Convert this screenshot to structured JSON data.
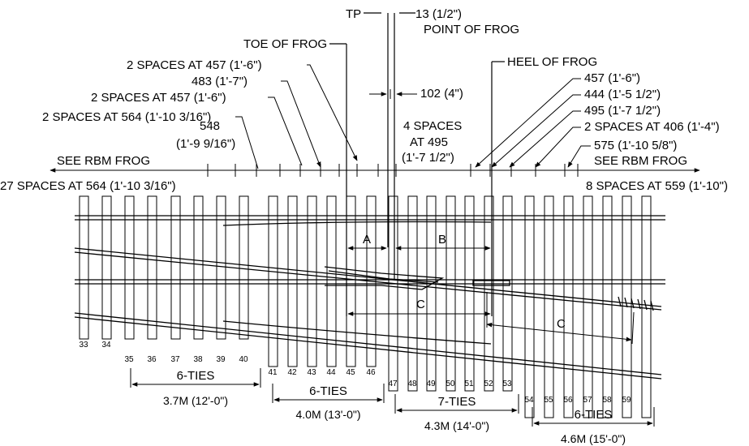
{
  "labels": {
    "tp": "TP",
    "point_of_frog_dim": "13 (1/2\")",
    "point_of_frog": "POINT OF FROG",
    "toe_of_frog": "TOE OF FROG",
    "heel_of_frog": "HEEL OF FROG",
    "see_rbm_frog_left": "SEE RBM FROG",
    "see_rbm_frog_right": "SEE RBM FROG",
    "left_spacing": "27 SPACES AT 564 (1'-10 3/16\")",
    "right_spacing": "8 SPACES AT 559 (1'-10\")"
  },
  "left_callouts": [
    "2 SPACES AT 457 (1'-6\")",
    "483 (1'-7\")",
    "2 SPACES AT 457 (1'-6\")",
    "2 SPACES AT 564 (1'-10 3/16\")",
    "548",
    "(1'-9 9/16\")"
  ],
  "center_callouts": {
    "gap": "102 (4\")",
    "spaces_line1": "4 SPACES",
    "spaces_line2": "AT 495",
    "spaces_line3": "(1'-7 1/2\")"
  },
  "right_callouts": [
    "457 (1'-6\")",
    "444 (1'-5 1/2\")",
    "495 (1'-7 1/2\")",
    "2 SPACES AT 406 (1'-4\")",
    "575 (1'-10 5/8\")"
  ],
  "dimension_letters": {
    "a": "A",
    "b": "B",
    "c_left": "C",
    "c_right": "C"
  },
  "tie_numbers": [
    "33",
    "34",
    "35",
    "36",
    "37",
    "38",
    "39",
    "40",
    "41",
    "42",
    "43",
    "44",
    "45",
    "46",
    "47",
    "48",
    "49",
    "50",
    "51",
    "52",
    "53",
    "54",
    "55",
    "56",
    "57",
    "58",
    "59"
  ],
  "tie_groups": [
    {
      "ties": "6-TIES",
      "length": "3.7M (12'-0\")"
    },
    {
      "ties": "6-TIES",
      "length": "4.0M (13'-0\")"
    },
    {
      "ties": "7-TIES",
      "length": "4.3M (14'-0\")"
    },
    {
      "ties": "6-TIES",
      "length": "4.6M (15'-0\")"
    }
  ]
}
